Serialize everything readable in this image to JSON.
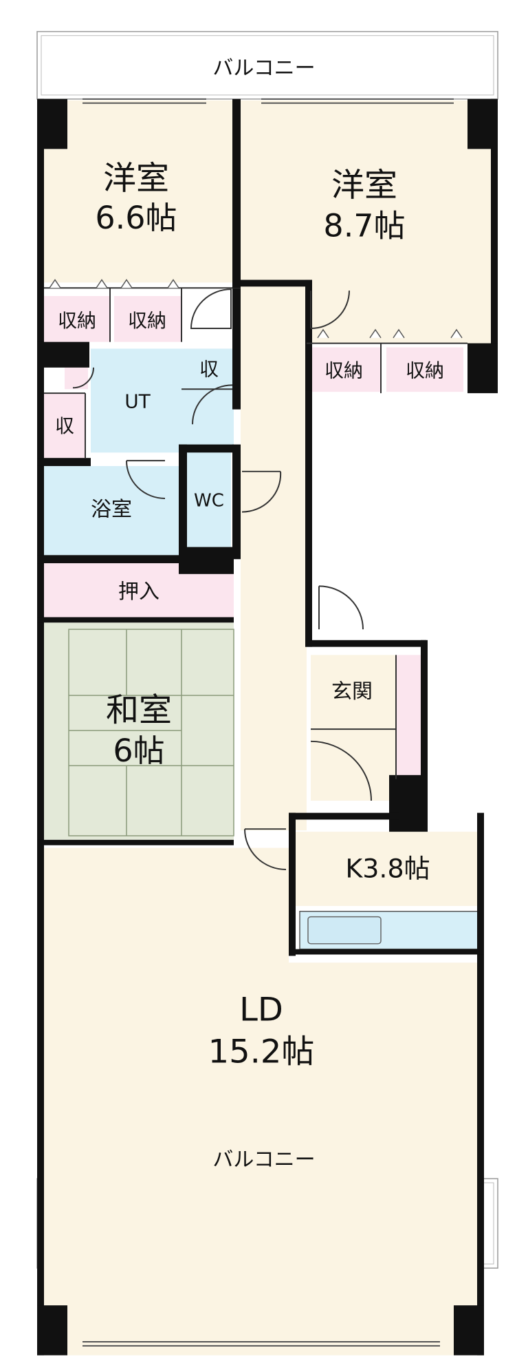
{
  "colors": {
    "wall": "#111111",
    "room_cream": "#fbf4e3",
    "storage_pink": "#fbe5ee",
    "bath_blue": "#d6eff8",
    "tatami_green": "#e3e9d8",
    "balcony_white": "#ffffff",
    "kitchen_counter": "#d6eff8"
  },
  "balcony_top": {
    "label": "バルコニー"
  },
  "balcony_bottom": {
    "label": "バルコニー"
  },
  "western_room_left": {
    "name": "洋室",
    "size": "6.6帖"
  },
  "western_room_right": {
    "name": "洋室",
    "size": "8.7帖"
  },
  "storage": {
    "closet_label": "収納",
    "small_label": "収"
  },
  "utility": {
    "label": "UT"
  },
  "wc": {
    "label": "WC"
  },
  "bath": {
    "label": "浴室"
  },
  "oshiire": {
    "label": "押入"
  },
  "japanese_room": {
    "name": "和室",
    "size": "6帖"
  },
  "entrance": {
    "label": "玄関"
  },
  "kitchen": {
    "label": "K3.8帖"
  },
  "living_dining": {
    "name": "LD",
    "size": "15.2帖"
  }
}
